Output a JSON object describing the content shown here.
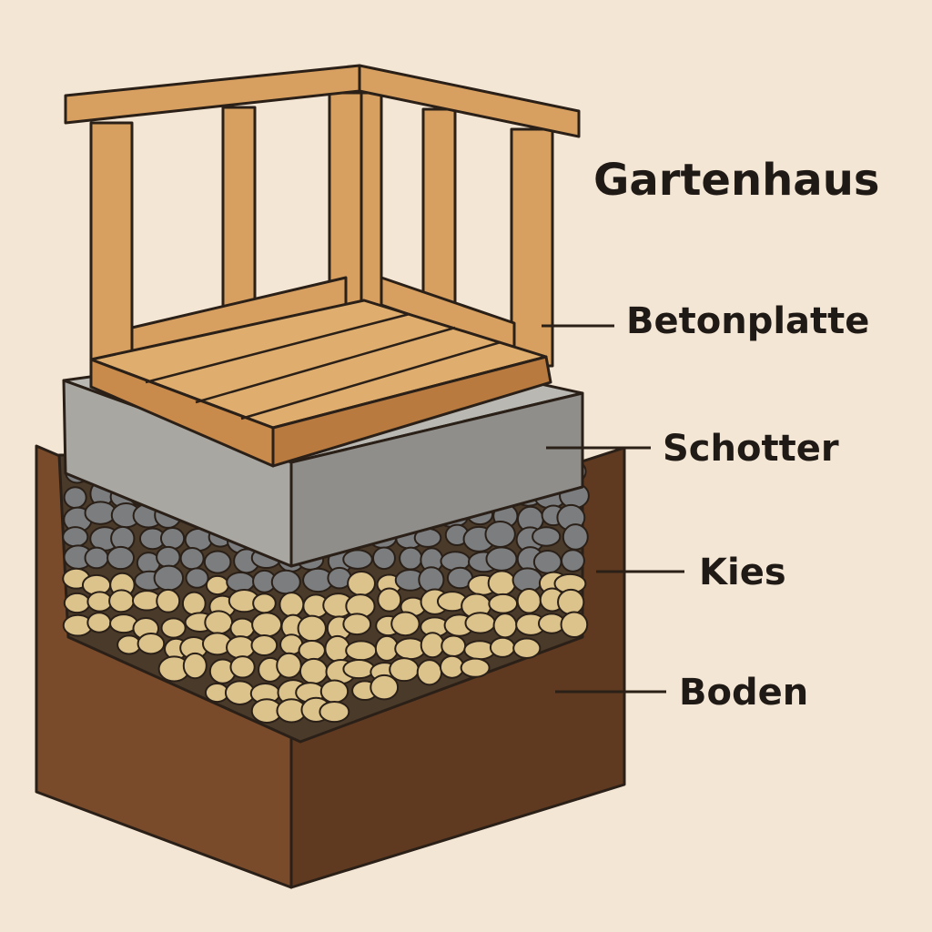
{
  "title": "Gartenhaus",
  "labels": {
    "betonplatte": "Betonplatte",
    "schotter": "Schotter",
    "kies": "Kies",
    "boden": "Boden"
  },
  "colors": {
    "background": "#f4e6d4",
    "soil": "#7a4b2b",
    "soil_dark": "#603a20",
    "concrete": "#a8a7a2",
    "stone_gray": "#7b7d7f",
    "stone_tan": "#dcc38c",
    "wood": "#d8a060",
    "outline": "#2a2018"
  }
}
